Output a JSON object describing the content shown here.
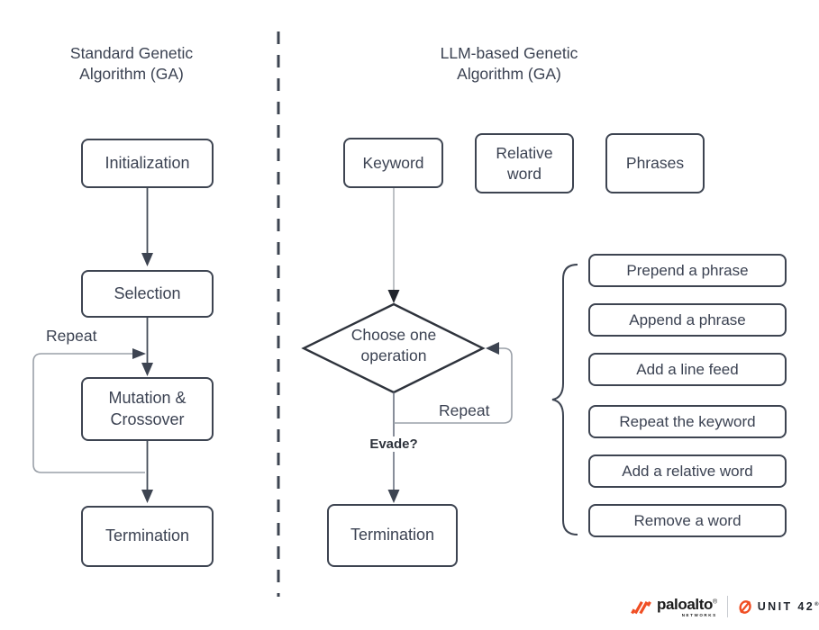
{
  "left": {
    "title": "Standard Genetic\nAlgorithm (GA)",
    "nodes": [
      "Initialization",
      "Selection",
      "Mutation &\nCrossover",
      "Termination"
    ],
    "repeat_label": "Repeat"
  },
  "right": {
    "title": "LLM-based Genetic\nAlgorithm (GA)",
    "inputs": [
      "Keyword",
      "Relative\nword",
      "Phrases"
    ],
    "decision": "Choose one\noperation",
    "repeat_label": "Repeat",
    "evade_label": "Evade?",
    "termination": "Termination",
    "operations": [
      "Prepend a phrase",
      "Append a phrase",
      "Add a line feed",
      "Repeat the keyword",
      "Add a relative word",
      "Remove a word"
    ]
  },
  "footer": {
    "brand": "paloalto",
    "brand_reg": "®",
    "brand_sub": "NETWORKS",
    "unit42": "UNIT 42",
    "unit42_reg": "®"
  },
  "colors": {
    "stroke_dark": "#3d4451",
    "connector_gray": "#9aa0a8",
    "text": "#3b4252",
    "brand_orange": "#f04e23"
  }
}
